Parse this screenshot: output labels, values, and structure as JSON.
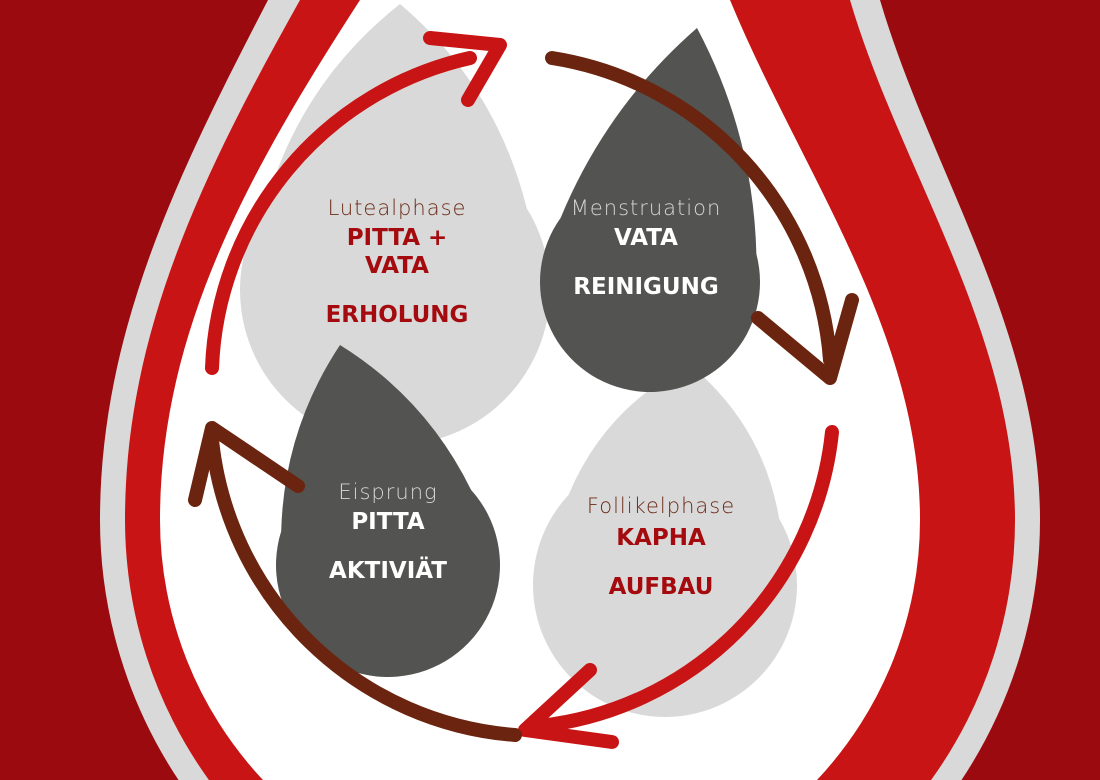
{
  "colors": {
    "background": "#9b0a0e",
    "band_red": "#c81414",
    "outline_gray": "#d9d9d9",
    "drop_light": "#d9d9d9",
    "drop_dark": "#535351",
    "arrow_red": "#c81414",
    "arrow_brown": "#6b2410"
  },
  "phases": [
    {
      "phase": "Lutealphase",
      "dosha": "PITTA + VATA",
      "effect": "ERHOLUNG"
    },
    {
      "phase": "Menstruation",
      "dosha": "VATA",
      "effect": "REINIGUNG"
    },
    {
      "phase": "Follikelphase",
      "dosha": "KAPHA",
      "effect": "AUFBAU"
    },
    {
      "phase": "Eisprung",
      "dosha": "PITTA",
      "effect": "AKTIVIÄT"
    }
  ]
}
